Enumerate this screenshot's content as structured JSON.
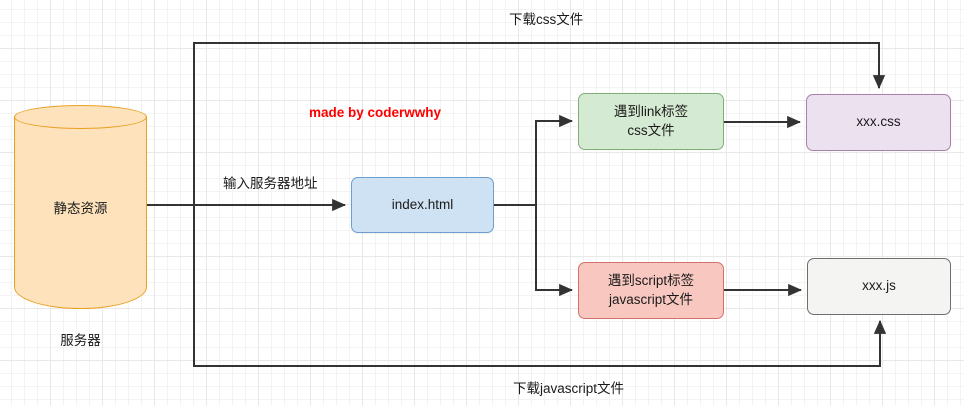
{
  "diagram": {
    "title": "static resource loading flow",
    "watermark": "made by coderwwhy",
    "nodes": {
      "server_store": {
        "label": "静态资源",
        "caption": "服务器",
        "color": "#fde2bb",
        "border": "#e8a020",
        "shape": "cylinder"
      },
      "index_html": {
        "label": "index.html",
        "color": "#cfe2f3",
        "border": "#6c9fd0"
      },
      "link_tag": {
        "label": "遇到link标签\ncss文件",
        "color": "#d5ead2",
        "border": "#7fae77"
      },
      "script_tag": {
        "label": "遇到script标签\njavascript文件",
        "color": "#f8c8c0",
        "border": "#d4716a"
      },
      "css_file": {
        "label": "xxx.css",
        "color": "#ece1ef",
        "border": "#a87fa8"
      },
      "js_file": {
        "label": "xxx.js",
        "color": "#f4f4f2",
        "border": "#6e6e6e"
      }
    },
    "edge_labels": {
      "enter_address": "输入服务器地址",
      "download_css": "下载css文件",
      "download_js": "下载javascript文件"
    },
    "edge_color": "#333333",
    "grid": {
      "minor": "#f4f2f2",
      "major": "#e8e8e8",
      "minor_size": 13,
      "major_size": 52
    }
  }
}
